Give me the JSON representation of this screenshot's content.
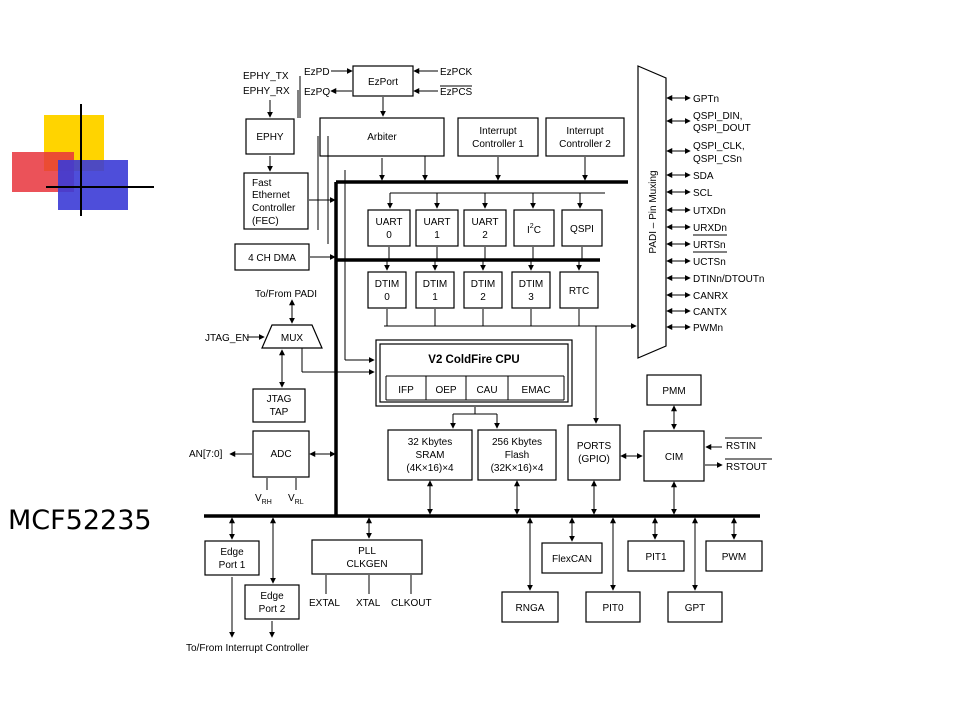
{
  "slide": {
    "title": "MCF52235"
  },
  "decoration": {
    "colors": {
      "yellow": "#ffd400",
      "red": "#e8343c",
      "blue": "#3b3bd6"
    }
  },
  "blocks": {
    "ezport": "EzPort",
    "arbiter": "Arbiter",
    "int1": [
      "Interrupt",
      "Controller 1"
    ],
    "int2": [
      "Interrupt",
      "Controller 2"
    ],
    "ephy": "EPHY",
    "fec": [
      "Fast",
      "Ethernet",
      "Controller",
      "(FEC)"
    ],
    "dma": "4 CH DMA",
    "uart0": [
      "UART",
      "0"
    ],
    "uart1": [
      "UART",
      "1"
    ],
    "uart2": [
      "UART",
      "2"
    ],
    "i2c_main": "I",
    "i2c_sup": "2",
    "i2c_tail": "C",
    "qspi": "QSPI",
    "dtim0": [
      "DTIM",
      "0"
    ],
    "dtim1": [
      "DTIM",
      "1"
    ],
    "dtim2": [
      "DTIM",
      "2"
    ],
    "dtim3": [
      "DTIM",
      "3"
    ],
    "rtc": "RTC",
    "padi": "PADI – Pin Muxing",
    "mux": "MUX",
    "jtag_tap": [
      "JTAG",
      "TAP"
    ],
    "cpu_title": "V2 ColdFire CPU",
    "cpu_units": [
      "IFP",
      "OEP",
      "CAU",
      "EMAC"
    ],
    "sram": [
      "32 Kbytes",
      "SRAM",
      "(4K×16)×4"
    ],
    "flash": [
      "256 Kbytes",
      "Flash",
      "(32K×16)×4"
    ],
    "ports": [
      "PORTS",
      "(GPIO)"
    ],
    "cim": "CIM",
    "pmm": "PMM",
    "adc": "ADC",
    "edge1": [
      "Edge",
      "Port 1"
    ],
    "edge2": [
      "Edge",
      "Port 2"
    ],
    "pll": [
      "PLL",
      "CLKGEN"
    ],
    "flexcan": "FlexCAN",
    "pit1": "PIT1",
    "pwm": "PWM",
    "rnga": "RNGA",
    "pit0": "PIT0",
    "gpt": "GPT"
  },
  "signals": {
    "ephy_tx": "EPHY_TX",
    "ephy_rx": "EPHY_RX",
    "ezpd": "EzPD",
    "ezpq": "EzPQ",
    "ezpck": "EzPCK",
    "ezpcs": "EzPCS",
    "to_from_padi": "To/From PADI",
    "jtag_en": "JTAG_EN",
    "an": "AN[7:0]",
    "vrh_v": "V",
    "vrh_sub": "RH",
    "vrl_v": "V",
    "vrl_sub": "RL",
    "rstin": "RSTIN",
    "rstout": "RSTOUT",
    "extal": "EXTAL",
    "xtal": "XTAL",
    "clkout": "CLKOUT",
    "to_from_int": "To/From Interrupt Controller",
    "pins": [
      "GPTn",
      "QSPI_DIN,",
      "QSPI_DOUT",
      "QSPI_CLK,",
      "QSPI_CSn",
      "SDA",
      "SCL",
      "UTXDn",
      "URXDn",
      "URTSn",
      "UCTSn",
      "DTINn/DTOUTn",
      "CANRX",
      "CANTX",
      "PWMn"
    ]
  }
}
